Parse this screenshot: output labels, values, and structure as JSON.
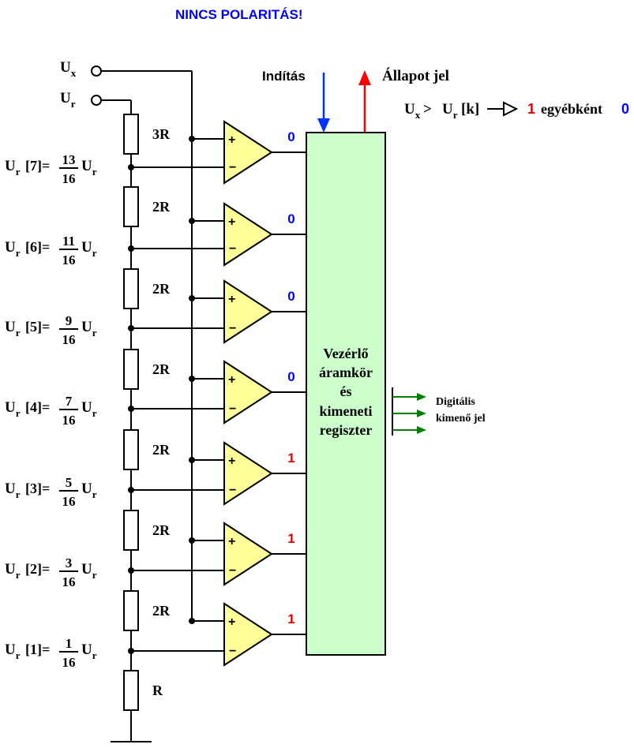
{
  "title": "NINCS POLARITÁS!",
  "inputs": {
    "ux_main": "U",
    "ux_sub": "x",
    "ur_main": "U",
    "ur_sub": "r"
  },
  "resistors": [
    "3R",
    "2R",
    "2R",
    "2R",
    "2R",
    "2R",
    "2R",
    "R"
  ],
  "taps": [
    {
      "lhs": "U",
      "sub": "r",
      "idx": "[7]=",
      "num": "13",
      "den": "16",
      "rhs": "U",
      "rhs_sub": "r"
    },
    {
      "lhs": "U",
      "sub": "r",
      "idx": "[6]=",
      "num": "11",
      "den": "16",
      "rhs": "U",
      "rhs_sub": "r"
    },
    {
      "lhs": "U",
      "sub": "r",
      "idx": "[5]=",
      "num": "9",
      "den": "16",
      "rhs": "U",
      "rhs_sub": "r"
    },
    {
      "lhs": "U",
      "sub": "r",
      "idx": "[4]=",
      "num": "7",
      "den": "16",
      "rhs": "U",
      "rhs_sub": "r"
    },
    {
      "lhs": "U",
      "sub": "r",
      "idx": "[3]=",
      "num": "5",
      "den": "16",
      "rhs": "U",
      "rhs_sub": "r"
    },
    {
      "lhs": "U",
      "sub": "r",
      "idx": "[2]=",
      "num": "3",
      "den": "16",
      "rhs": "U",
      "rhs_sub": "r"
    },
    {
      "lhs": "U",
      "sub": "r",
      "idx": "[1]=",
      "num": "1",
      "den": "16",
      "rhs": "U",
      "rhs_sub": "r"
    }
  ],
  "comparator_outputs": [
    "0",
    "0",
    "0",
    "0",
    "1",
    "1",
    "1"
  ],
  "opamp_signs": {
    "plus": "+",
    "minus": "−"
  },
  "control_block": {
    "lines": [
      "Vezérlő",
      "áramkör",
      "és",
      "kimeneti",
      "regiszter"
    ]
  },
  "start_label": "Indítás",
  "status_label": "Állapot jel",
  "digital_out": {
    "line1": "Digitális",
    "line2": "kimenő jel"
  },
  "rule": {
    "u1": "U",
    "u1_sub": "x",
    "gt": " > ",
    "u2": "U",
    "u2_sub": "r",
    "k": "[k]",
    "one": "1",
    "otherwise": "egyébként",
    "zero": "0"
  },
  "colors": {
    "title": "#0000FF",
    "zero": "#0000FF",
    "one": "#E00000",
    "opamp_fill": "#FFFF99",
    "block_fill": "#CCFFCC",
    "start_arrow": "#0033FF",
    "status_arrow": "#FF0000",
    "digital_arrow": "#008000",
    "wire": "#000000"
  }
}
